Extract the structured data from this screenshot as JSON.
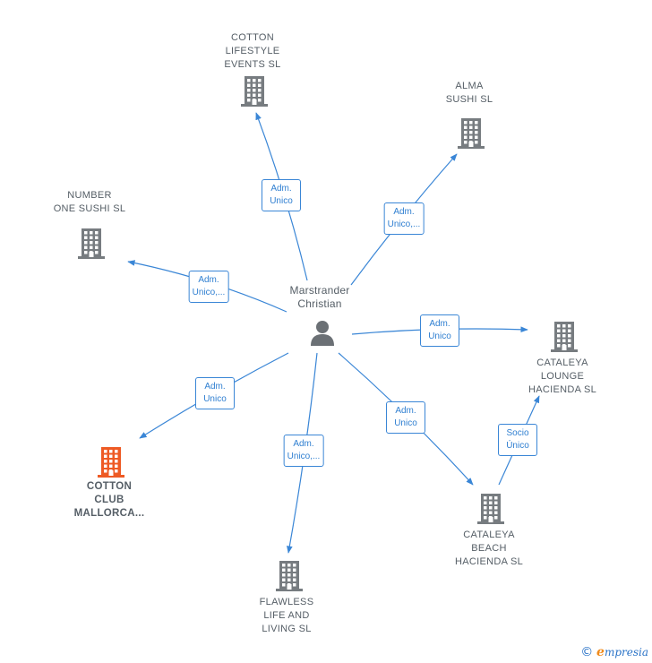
{
  "colors": {
    "edge": "#3a86d6",
    "building": "#777c80",
    "building_highlight": "#ee5a24",
    "person": "#6b7075"
  },
  "center": {
    "label": "Marstrander\nChristian",
    "icon": "person-icon"
  },
  "companies": [
    {
      "id": "cotton-lifestyle",
      "label": "COTTON\nLIFESTYLE\nEVENTS  SL",
      "icon": "building-icon",
      "highlight": false
    },
    {
      "id": "alma-sushi",
      "label": "ALMA\nSUSHI  SL",
      "icon": "building-icon",
      "highlight": false
    },
    {
      "id": "number-one-sushi",
      "label": "NUMBER\nONE SUSHI  SL",
      "icon": "building-icon",
      "highlight": false
    },
    {
      "id": "cataleya-lounge",
      "label": "CATALEYA\nLOUNGE\nHACIENDA  SL",
      "icon": "building-icon",
      "highlight": false
    },
    {
      "id": "cotton-club",
      "label": "COTTON\nCLUB\nMALLORCA...",
      "icon": "building-icon",
      "highlight": true
    },
    {
      "id": "flawless-life",
      "label": "FLAWLESS\nLIFE AND\nLIVING  SL",
      "icon": "building-icon",
      "highlight": false
    },
    {
      "id": "cataleya-beach",
      "label": "CATALEYA\nBEACH\nHACIENDA  SL",
      "icon": "building-icon",
      "highlight": false
    }
  ],
  "edges": [
    {
      "from": "center",
      "to": "cotton-lifestyle",
      "label": "Adm.\nUnico"
    },
    {
      "from": "center",
      "to": "alma-sushi",
      "label": "Adm.\nUnico,..."
    },
    {
      "from": "center",
      "to": "number-one-sushi",
      "label": "Adm.\nUnico,..."
    },
    {
      "from": "center",
      "to": "cataleya-lounge",
      "label": "Adm.\nUnico"
    },
    {
      "from": "center",
      "to": "cotton-club",
      "label": "Adm.\nUnico"
    },
    {
      "from": "center",
      "to": "flawless-life",
      "label": "Adm.\nUnico,..."
    },
    {
      "from": "center",
      "to": "cataleya-beach",
      "label": "Adm.\nUnico"
    },
    {
      "from": "cataleya-beach",
      "to": "cataleya-lounge",
      "label": "Socio\nÚnico"
    }
  ],
  "footer": {
    "copyright_symbol": "©",
    "brand_initial": "e",
    "brand_rest": "mpresia"
  }
}
